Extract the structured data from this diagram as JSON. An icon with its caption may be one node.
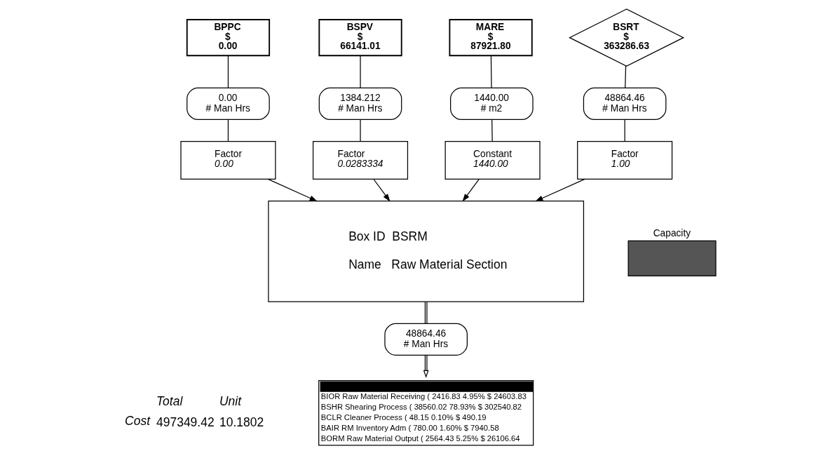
{
  "diagram": {
    "nodes": [
      {
        "text": [
          "BPPC",
          "$",
          "0.00"
        ]
      },
      {
        "text": [
          "0.00",
          "# Man Hrs"
        ]
      },
      {
        "text": [
          "Factor",
          "0.00"
        ]
      },
      {
        "text": [
          "BSPV",
          "$",
          "66141.01"
        ]
      },
      {
        "text": [
          "1384.212",
          "# Man Hrs"
        ]
      },
      {
        "text": [
          "Factor",
          "0.0283334"
        ]
      },
      {
        "text": [
          "MARE",
          "$",
          "87921.80"
        ]
      },
      {
        "text": [
          "1440.00",
          "# m2"
        ]
      },
      {
        "text": [
          "Constant",
          "1440.00"
        ]
      },
      {
        "text": [
          "BSRT",
          "$",
          "363286.63"
        ]
      },
      {
        "text": [
          "48864.46",
          "# Man Hrs"
        ]
      },
      {
        "text": [
          "Factor",
          "1.00"
        ]
      },
      {
        "text": [
          "Box ID  BSRM",
          "Name   Raw Material Section"
        ]
      },
      {
        "text": [
          "Capacity"
        ]
      },
      {
        "text": [
          "48864.46",
          "# Man Hrs"
        ]
      },
      {
        "text": [
          "BIOR Raw Material Receiving ( 2416.83 4.95% $ 24603.83",
          "BSHR Shearing Process ( 38560.02 78.93% $ 302540.82",
          "BCLR Cleaner Process ( 48.15 0.10% $ 490.19",
          "BAIR RM Inventory Adm ( 780.00 1.60% $ 7940.58",
          "BORM Raw Material Output ( 2564.43 5.25% $ 26106.64"
        ]
      }
    ],
    "edges": [
      {
        "from": 0,
        "to": 1,
        "arrow": "none"
      },
      {
        "from": 1,
        "to": 2,
        "arrow": "none"
      },
      {
        "from": 2,
        "to": 12,
        "arrow": "to"
      },
      {
        "from": 3,
        "to": 4,
        "arrow": "none"
      },
      {
        "from": 4,
        "to": 5,
        "arrow": "none"
      },
      {
        "from": 5,
        "to": 12,
        "arrow": "to"
      },
      {
        "from": 6,
        "to": 7,
        "arrow": "none"
      },
      {
        "from": 7,
        "to": 8,
        "arrow": "none"
      },
      {
        "from": 8,
        "to": 12,
        "arrow": "to"
      },
      {
        "from": 9,
        "to": 10,
        "arrow": "none"
      },
      {
        "from": 10,
        "to": 11,
        "arrow": "none"
      },
      {
        "from": 11,
        "to": 12,
        "arrow": "to"
      },
      {
        "from": 12,
        "to": 14,
        "arrow": "none"
      },
      {
        "from": 14,
        "to": 15,
        "arrow": "to"
      }
    ],
    "labels": [
      "Total",
      "Unit",
      "Cost",
      "497349.42",
      "10.1802"
    ]
  }
}
